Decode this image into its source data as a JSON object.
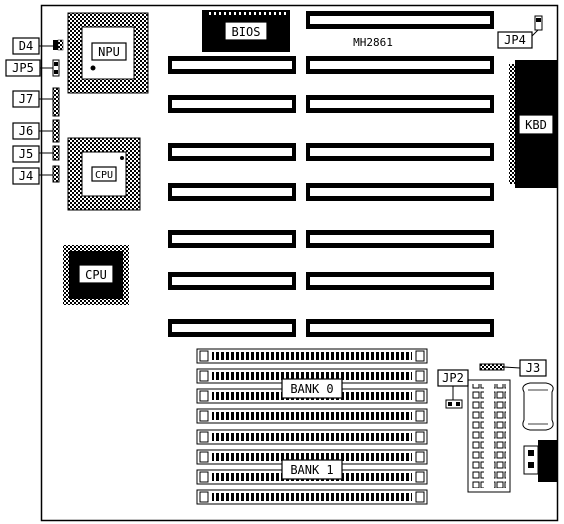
{
  "board": {
    "model": "MH2861",
    "colors": {
      "ink": "#000000",
      "paper": "#ffffff"
    }
  },
  "labels": {
    "npu": "NPU",
    "cpu_socket": "CPU",
    "cpu_chip": "CPU",
    "bios": "BIOS",
    "kbd": "KBD",
    "bank0": "BANK 0",
    "bank1": "BANK 1",
    "d4": "D4",
    "jp5": "JP5",
    "j7": "J7",
    "j6": "J6",
    "j5": "J5",
    "j4": "J4",
    "jp4": "JP4",
    "jp2": "JP2",
    "j3": "J3"
  }
}
